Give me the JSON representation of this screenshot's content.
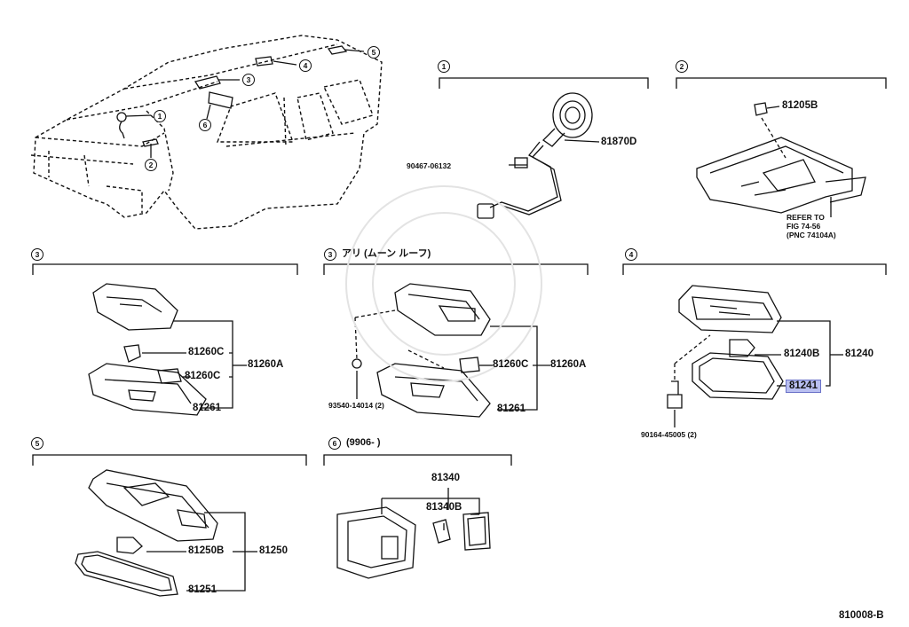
{
  "diagram_id": "810008-B",
  "callouts": {
    "c1": "1",
    "c2": "2",
    "c3": "3",
    "c4": "4",
    "c5": "5",
    "c6": "6"
  },
  "sections": {
    "s1_title": "",
    "s2_title": "",
    "s3_title": "",
    "s3b_title": "アリ (ムーン ルーフ)",
    "s4_title": "",
    "s5_title": "",
    "s6_title": "(9906-     )"
  },
  "parts": {
    "p81870D": "81870D",
    "p90467": "90467-06132",
    "p81205B": "81205B",
    "refer": "REFER TO",
    "refer_fig": "FIG 74-56",
    "refer_pnc": "(PNC 74104A)",
    "p81260C_a": "81260C",
    "p81260C_b": "81260C",
    "p81260A": "81260A",
    "p81261": "81261",
    "p81260C_c": "81260C",
    "p81260A_b": "81260A",
    "p81261_b": "81261",
    "p93540": "93540-14014 (2)",
    "p81240B": "81240B",
    "p81240": "81240",
    "p81241": "81241",
    "p90164": "90164-45005 (2)",
    "p81250B": "81250B",
    "p81250": "81250",
    "p81251": "81251",
    "p81340": "81340",
    "p81340B": "81340B"
  },
  "colors": {
    "line": "#111111",
    "highlight": "#b9bff0"
  }
}
